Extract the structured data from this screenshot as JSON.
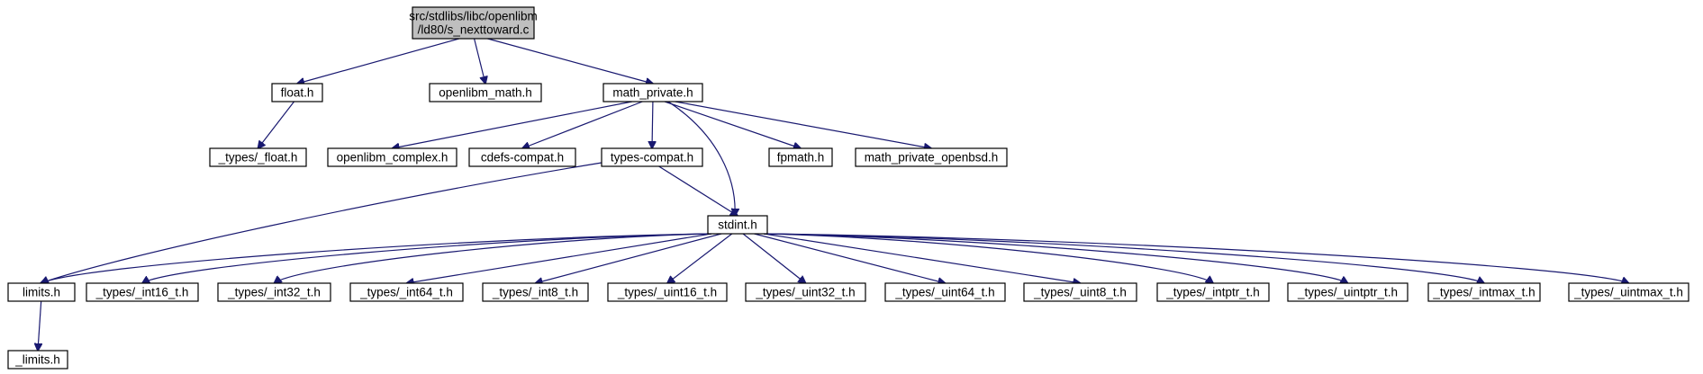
{
  "colors": {
    "edge": "#191970",
    "root_fill": "#bfbfbf",
    "node_fill": "#ffffff",
    "border": "#000000"
  },
  "nodes": [
    {
      "id": "root",
      "lines": [
        "src/stdlibs/libc/openlibm",
        "/ld80/s_nexttoward.c"
      ],
      "root": true
    },
    {
      "id": "float",
      "lines": [
        "float.h"
      ]
    },
    {
      "id": "openlibm_math",
      "lines": [
        "openlibm_math.h"
      ]
    },
    {
      "id": "math_private",
      "lines": [
        "math_private.h"
      ]
    },
    {
      "id": "types_float",
      "lines": [
        "_types/_float.h"
      ]
    },
    {
      "id": "openlibm_complex",
      "lines": [
        "openlibm_complex.h"
      ]
    },
    {
      "id": "cdefs_compat",
      "lines": [
        "cdefs-compat.h"
      ]
    },
    {
      "id": "types_compat",
      "lines": [
        "types-compat.h"
      ]
    },
    {
      "id": "fpmath",
      "lines": [
        "fpmath.h"
      ]
    },
    {
      "id": "math_private_openbsd",
      "lines": [
        "math_private_openbsd.h"
      ]
    },
    {
      "id": "stdint",
      "lines": [
        "stdint.h"
      ]
    },
    {
      "id": "limits",
      "lines": [
        "limits.h"
      ]
    },
    {
      "id": "int16",
      "lines": [
        "_types/_int16_t.h"
      ]
    },
    {
      "id": "int32",
      "lines": [
        "_types/_int32_t.h"
      ]
    },
    {
      "id": "int64",
      "lines": [
        "_types/_int64_t.h"
      ]
    },
    {
      "id": "int8",
      "lines": [
        "_types/_int8_t.h"
      ]
    },
    {
      "id": "uint16",
      "lines": [
        "_types/_uint16_t.h"
      ]
    },
    {
      "id": "uint32",
      "lines": [
        "_types/_uint32_t.h"
      ]
    },
    {
      "id": "uint64",
      "lines": [
        "_types/_uint64_t.h"
      ]
    },
    {
      "id": "uint8",
      "lines": [
        "_types/_uint8_t.h"
      ]
    },
    {
      "id": "intptr",
      "lines": [
        "_types/_intptr_t.h"
      ]
    },
    {
      "id": "uintptr",
      "lines": [
        "_types/_uintptr_t.h"
      ]
    },
    {
      "id": "intmax",
      "lines": [
        "_types/_intmax_t.h"
      ]
    },
    {
      "id": "uintmax",
      "lines": [
        "_types/_uintmax_t.h"
      ]
    },
    {
      "id": "_limits",
      "lines": [
        "_limits.h"
      ]
    }
  ],
  "edges": [
    {
      "from": "root",
      "to": "float"
    },
    {
      "from": "root",
      "to": "openlibm_math"
    },
    {
      "from": "root",
      "to": "math_private"
    },
    {
      "from": "float",
      "to": "types_float"
    },
    {
      "from": "math_private",
      "to": "openlibm_complex"
    },
    {
      "from": "math_private",
      "to": "cdefs_compat"
    },
    {
      "from": "math_private",
      "to": "types_compat"
    },
    {
      "from": "math_private",
      "to": "stdint"
    },
    {
      "from": "math_private",
      "to": "fpmath"
    },
    {
      "from": "math_private",
      "to": "math_private_openbsd"
    },
    {
      "from": "types_compat",
      "to": "stdint"
    },
    {
      "from": "types_compat",
      "to": "limits"
    },
    {
      "from": "stdint",
      "to": "limits"
    },
    {
      "from": "stdint",
      "to": "int16"
    },
    {
      "from": "stdint",
      "to": "int32"
    },
    {
      "from": "stdint",
      "to": "int64"
    },
    {
      "from": "stdint",
      "to": "int8"
    },
    {
      "from": "stdint",
      "to": "uint16"
    },
    {
      "from": "stdint",
      "to": "uint32"
    },
    {
      "from": "stdint",
      "to": "uint64"
    },
    {
      "from": "stdint",
      "to": "uint8"
    },
    {
      "from": "stdint",
      "to": "intptr"
    },
    {
      "from": "stdint",
      "to": "uintptr"
    },
    {
      "from": "stdint",
      "to": "intmax"
    },
    {
      "from": "stdint",
      "to": "uintmax"
    },
    {
      "from": "limits",
      "to": "_limits"
    }
  ]
}
